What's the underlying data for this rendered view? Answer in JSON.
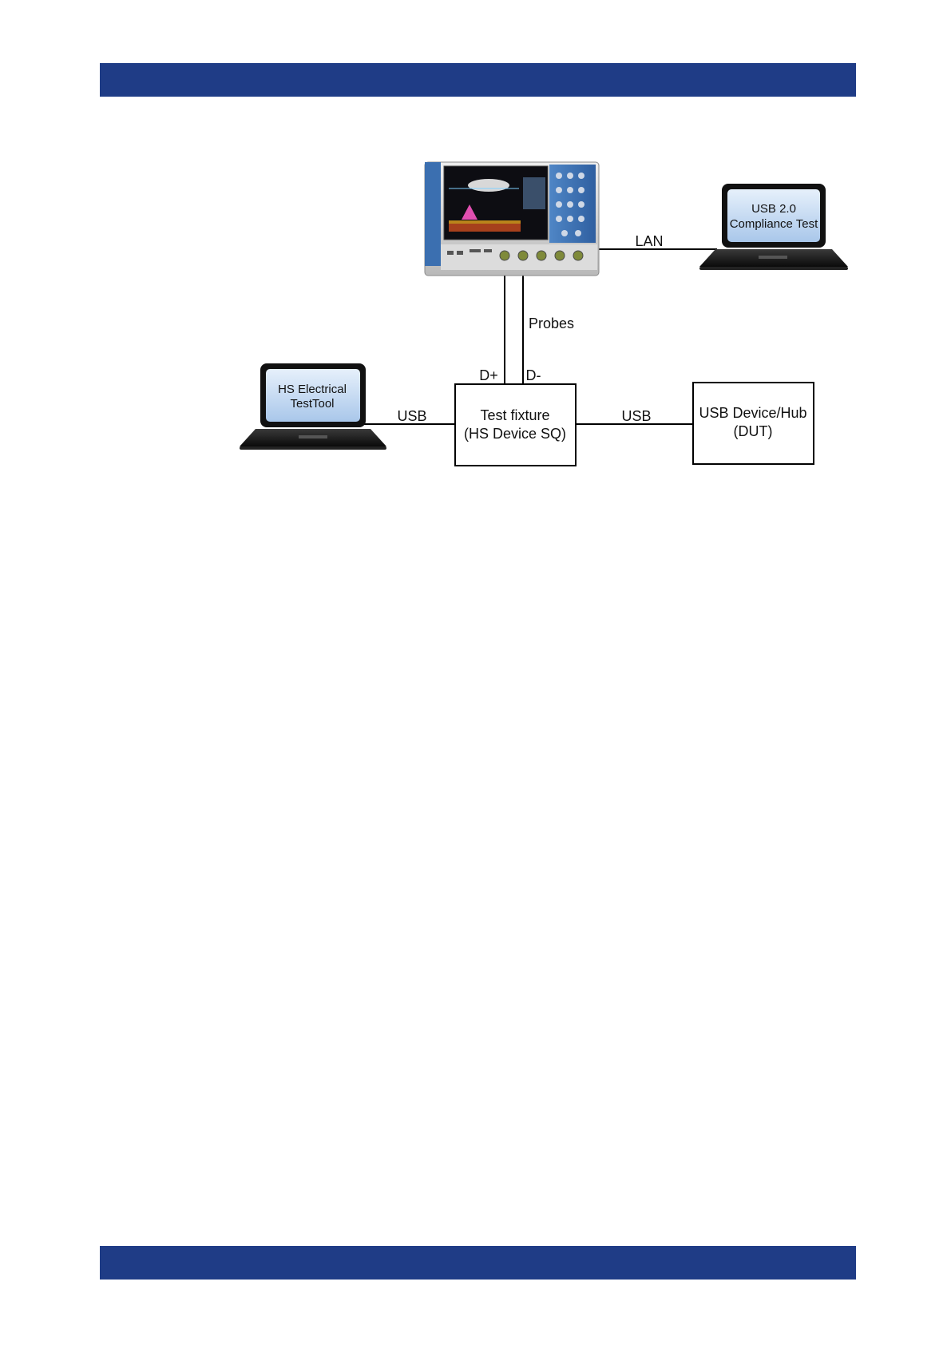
{
  "diagram": {
    "laptop_right": {
      "line1": "USB 2.0",
      "line2": "Compliance Test"
    },
    "laptop_left": {
      "line1": "HS Electrical",
      "line2": "TestTool"
    },
    "test_fixture": {
      "line1": "Test fixture",
      "line2": "(HS Device SQ)"
    },
    "dut": {
      "line1": "USB Device/Hub",
      "line2": "(DUT)"
    },
    "connections": {
      "lan": "LAN",
      "probes": "Probes",
      "dplus": "D+",
      "dminus": "D-",
      "usb_left": "USB",
      "usb_right": "USB"
    },
    "colors": {
      "header_band": "#1f3c86",
      "screen_fill": "#cfe0f3",
      "scope_panel": "#2f5fa0"
    }
  }
}
